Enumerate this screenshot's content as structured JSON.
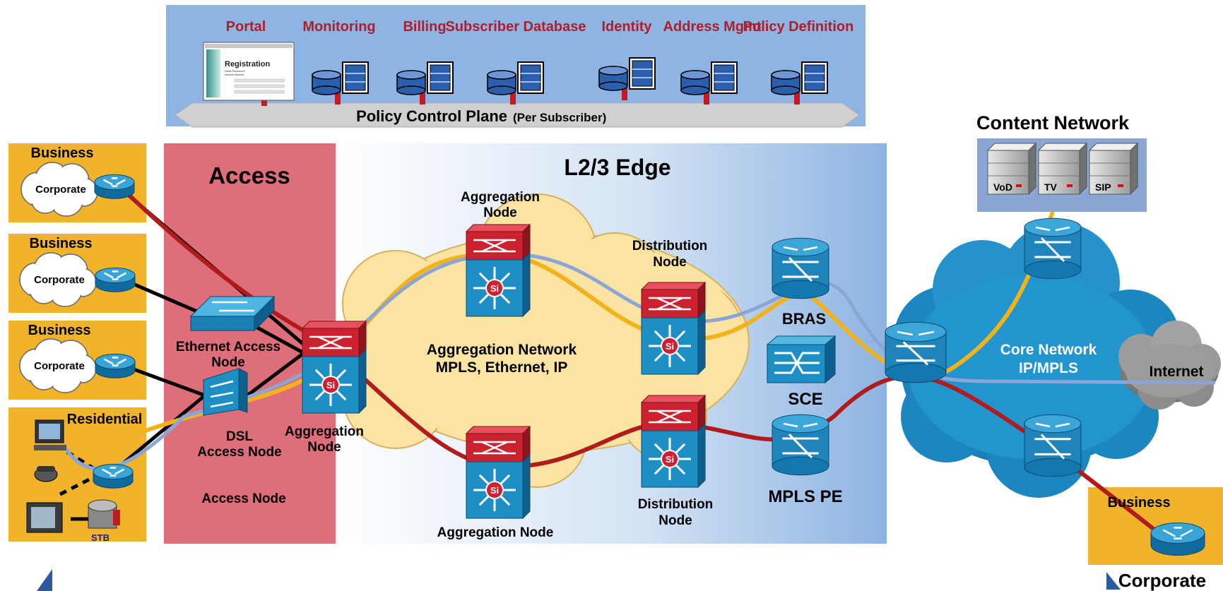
{
  "policy_plane": {
    "title": "Policy Control Plane",
    "subtitle": "(Per Subscriber)",
    "components": [
      "Portal",
      "Monitoring",
      "Billing",
      "Subscriber Database",
      "Identity",
      "Address Mgmt",
      "Policy Definition"
    ],
    "portal_screen": {
      "title": "Registration",
      "line1": "Hotel Personnel",
      "line2": "Internet Access"
    }
  },
  "sections": {
    "access": "Access",
    "edge": "L2/3 Edge",
    "content_network": "Content Network",
    "core_network_line1": "Core Network",
    "core_network_line2": "IP/MPLS",
    "internet": "Internet",
    "aggregation_network_line1": "Aggregation Network",
    "aggregation_network_line2": "MPLS, Ethernet, IP"
  },
  "customers": {
    "business": "Business",
    "corporate": "Corporate",
    "residential": "Residential",
    "stb": "STB"
  },
  "nodes": {
    "ethernet_access_line1": "Ethernet Access",
    "ethernet_access_line2": "Node",
    "dsl_access_line1": "DSL",
    "dsl_access_line2": "Access Node",
    "access_node": "Access Node",
    "aggregation_line1": "Aggregation",
    "aggregation_line2": "Node",
    "aggregation_node": "Aggregation Node",
    "distribution_line1": "Distribution",
    "distribution_line2": "Node",
    "bras": "BRAS",
    "sce": "SCE",
    "mpls_pe": "MPLS PE",
    "switch_glyph": "Si"
  },
  "content_servers": [
    "VoD",
    "TV",
    "SIP"
  ],
  "colors": {
    "panel_blue": "#8db4e2",
    "access_red": "#de6e7a",
    "business_orange": "#f0b32a",
    "label_red": "#b01e2a",
    "path_red": "#b21b1b",
    "path_blue": "#8aa6d8",
    "path_yellow": "#f2b21a",
    "device_blue": "#1e8fc4",
    "device_red": "#cc2230"
  }
}
